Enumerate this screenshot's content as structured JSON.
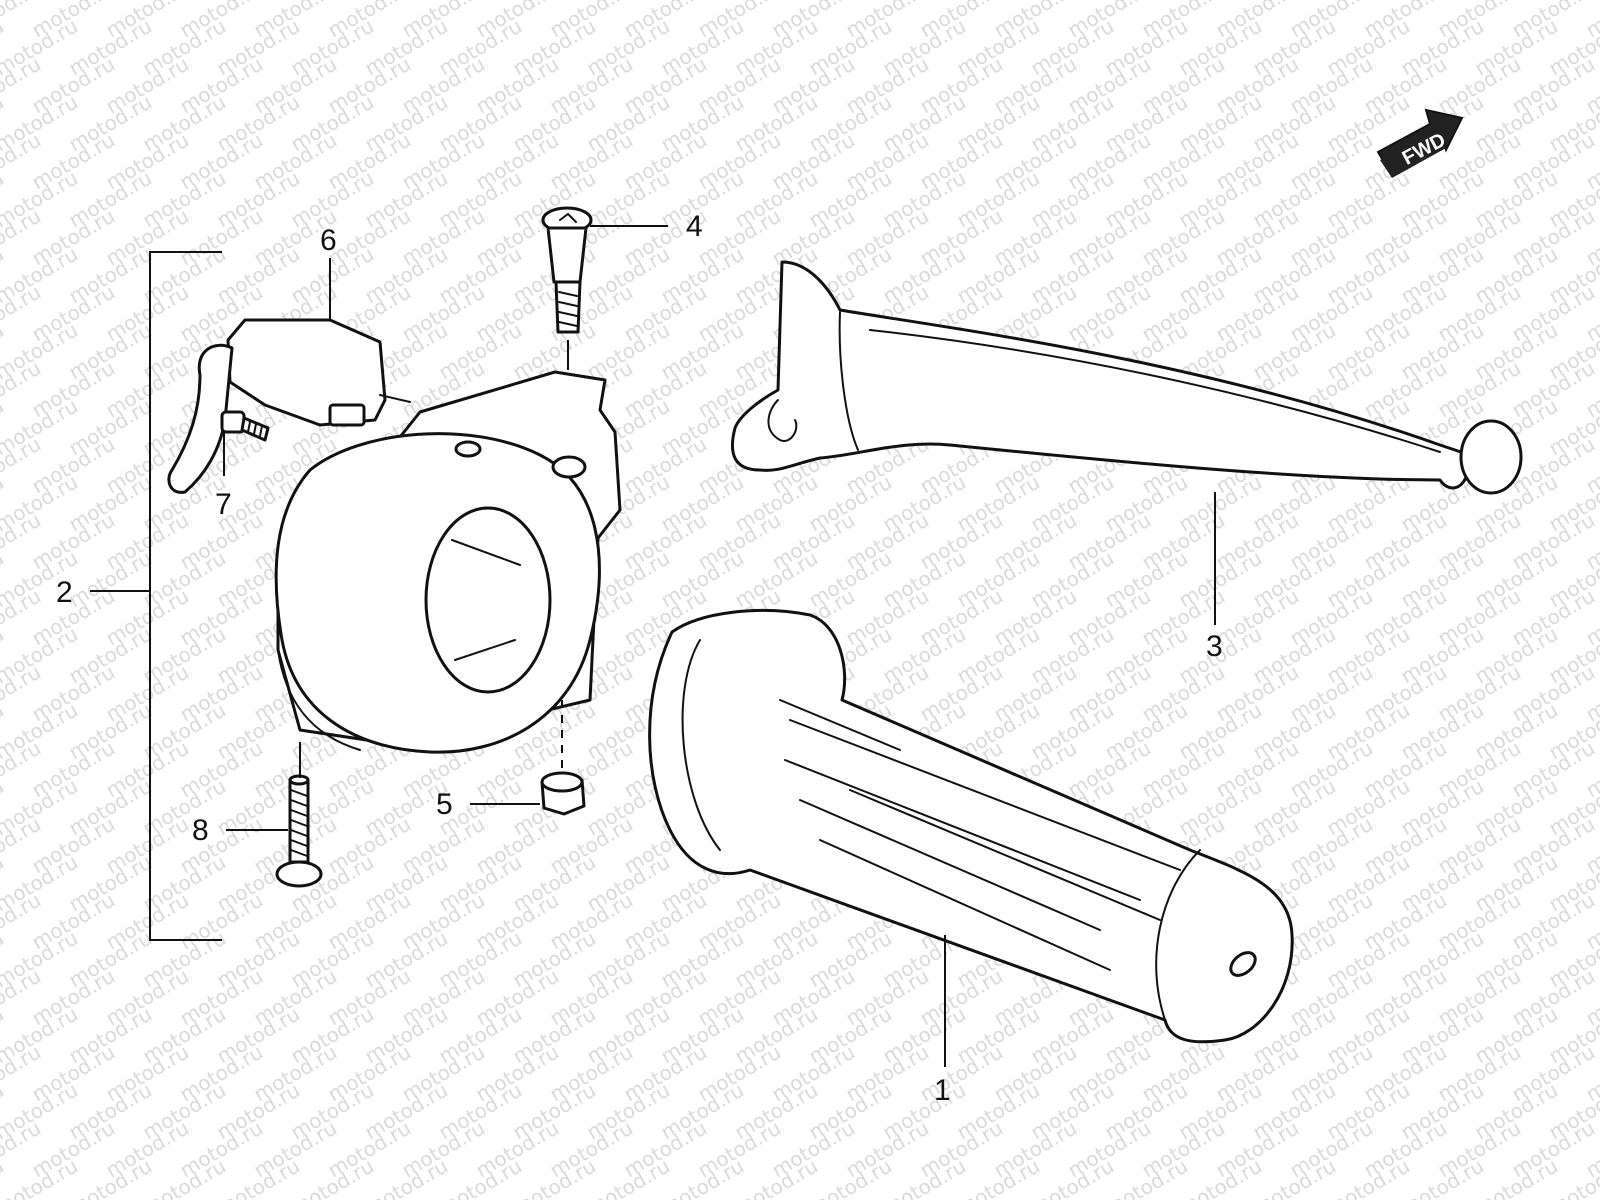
{
  "watermark": {
    "text": "motod.ru"
  },
  "fwd_badge": {
    "label": "FWD"
  },
  "callouts": [
    {
      "id": "1",
      "text": "1"
    },
    {
      "id": "2",
      "text": "2"
    },
    {
      "id": "3",
      "text": "3"
    },
    {
      "id": "4",
      "text": "4"
    },
    {
      "id": "5",
      "text": "5"
    },
    {
      "id": "6",
      "text": "6"
    },
    {
      "id": "7",
      "text": "7"
    },
    {
      "id": "8",
      "text": "8"
    }
  ]
}
